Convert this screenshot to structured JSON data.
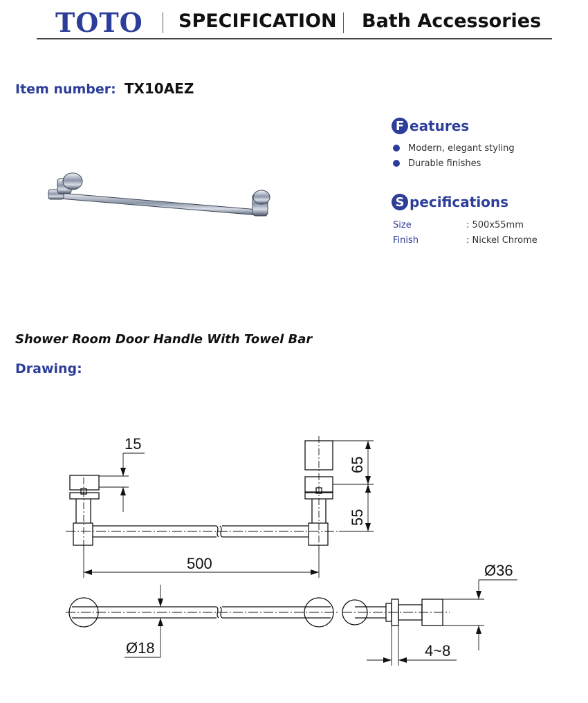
{
  "header": {
    "brand": "TOTO",
    "title": "SPECIFICATION",
    "subtitle": "Bath Accessories"
  },
  "item": {
    "label": "Item number:",
    "value": "TX10AEZ"
  },
  "features": {
    "initial": "F",
    "rest": "eatures",
    "items": [
      "Modern, elegant styling",
      "Durable finishes"
    ]
  },
  "specifications": {
    "initial": "S",
    "rest": "pecifications",
    "rows": [
      {
        "key": "Size",
        "value": ": 500x55mm"
      },
      {
        "key": "Finish",
        "value": ": Nickel Chrome"
      }
    ]
  },
  "description": "Shower Room Door Handle With Towel Bar",
  "drawing": {
    "label": "Drawing:",
    "dims": {
      "d15": "15",
      "d65": "65",
      "d55": "55",
      "d500": "500",
      "d36": "Ø36",
      "d18": "Ø18",
      "d48": "4~8"
    }
  },
  "colors": {
    "accent": "#2d3e9a"
  }
}
